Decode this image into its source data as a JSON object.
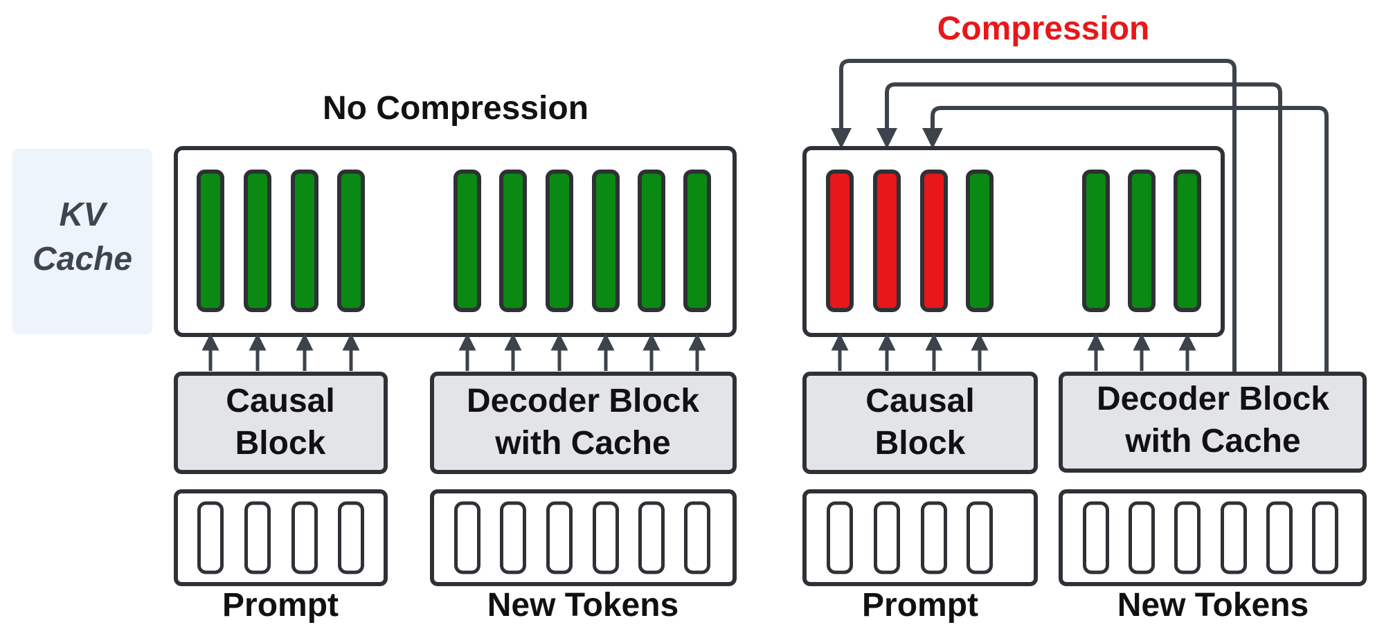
{
  "side_label": {
    "line1": "KV",
    "line2": "Cache"
  },
  "left": {
    "title": "No Compression",
    "causal_block": {
      "line1": "Causal",
      "line2": "Block"
    },
    "decoder_block": {
      "line1": "Decoder Block",
      "line2": "with Cache"
    },
    "prompt_label": "Prompt",
    "new_tokens_label": "New Tokens",
    "cache_prompt_states": [
      "kept",
      "kept",
      "kept",
      "kept"
    ],
    "cache_new_states": [
      "kept",
      "kept",
      "kept",
      "kept",
      "kept",
      "kept"
    ],
    "prompt_token_count": 4,
    "new_token_count": 6
  },
  "right": {
    "title": "Compression",
    "causal_block": {
      "line1": "Causal",
      "line2": "Block"
    },
    "decoder_block": {
      "line1": "Decoder Block",
      "line2": "with Cache"
    },
    "prompt_label": "Prompt",
    "new_tokens_label": "New Tokens",
    "cache_prompt_states": [
      "compressed",
      "compressed",
      "compressed",
      "kept"
    ],
    "cache_new_states": [
      "kept",
      "kept",
      "kept"
    ],
    "prompt_token_count": 4,
    "new_token_count": 6
  },
  "colors": {
    "kept": "#0a8a12",
    "compressed": "#e8171a",
    "outline": "#2e3135",
    "arrow": "#3d434a",
    "block_fill": "#e2e4e8",
    "side_label_bg": "#eef4fb",
    "side_label_text": "#3d4550",
    "compression_title": "#e8171a"
  }
}
